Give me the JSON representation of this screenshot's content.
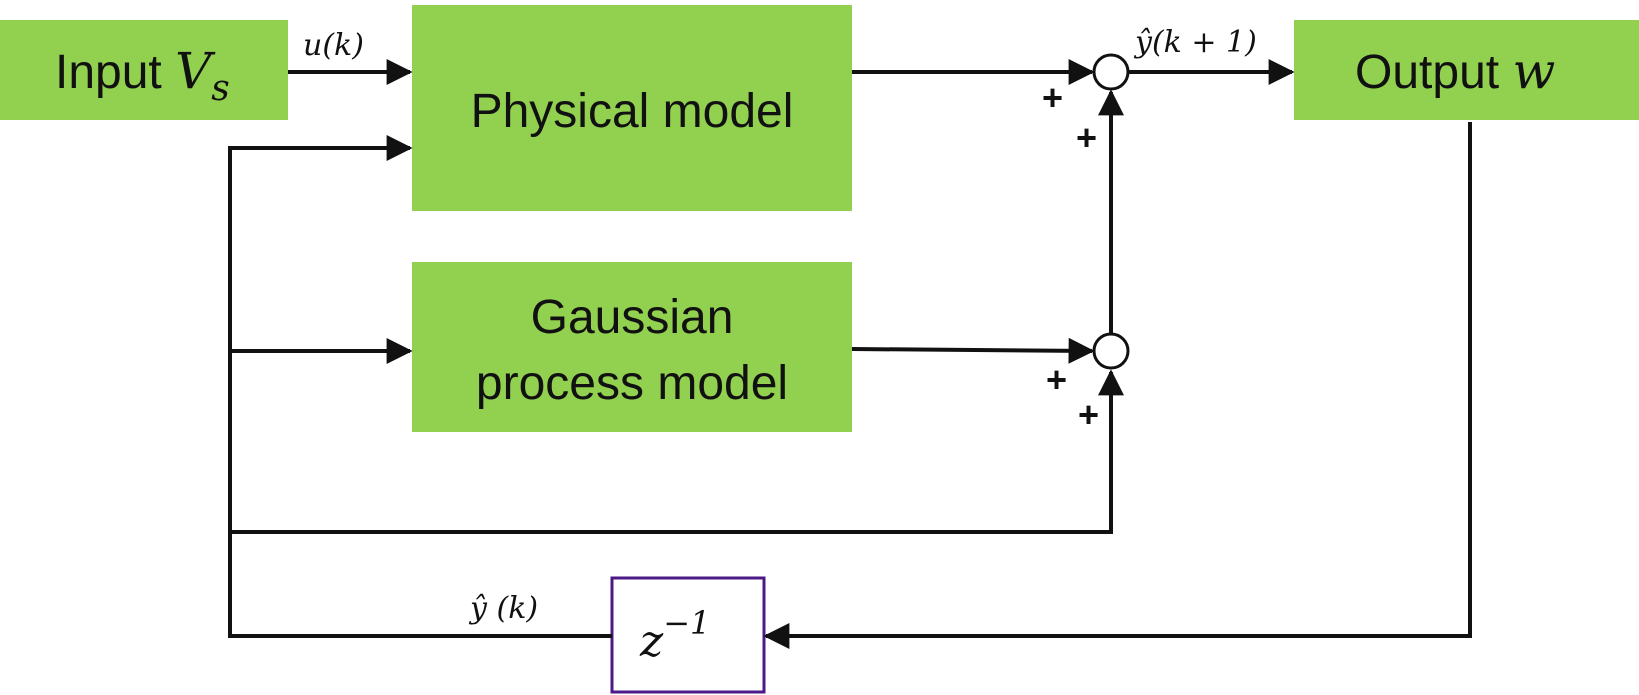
{
  "colors": {
    "block_fill": "#92d050",
    "delay_border": "#4b1a86",
    "line": "#111111"
  },
  "blocks": {
    "input": {
      "text": "Input ",
      "var": "V",
      "sub": "s"
    },
    "physical": {
      "text": "Physical model"
    },
    "gaussian": {
      "line1": "Gaussian",
      "line2": "process model"
    },
    "output": {
      "text": "Output ",
      "var": "w"
    },
    "delay": {
      "var": "z",
      "exp": "−1"
    }
  },
  "signals": {
    "u_k": "u(k)",
    "y_hat_next": "ŷ(k + 1)",
    "y_hat_k": "ŷ (k)"
  },
  "junction_signs": {
    "top_left": "+",
    "top_bottom": "+",
    "mid_left": "+",
    "mid_bottom": "+"
  }
}
